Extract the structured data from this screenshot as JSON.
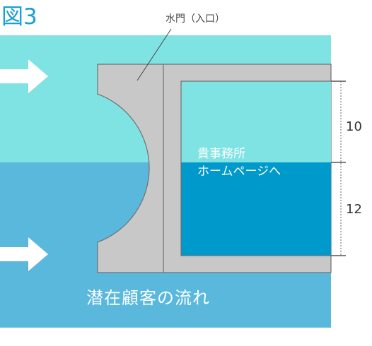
{
  "figure": {
    "title": "図3",
    "gate_label": "水門（入口）",
    "site_label_line1": "貴事務所",
    "site_label_line2": "ホームページへ",
    "flow_label": "潜在顧客の流れ",
    "dim_upper": "10",
    "dim_lower": "12"
  },
  "colors": {
    "title": "#1aa0d2",
    "water_upper": "#7fe3e3",
    "water_lower": "#5ab8dd",
    "tank_lower": "#0099cc",
    "gate": "#c8c8c8",
    "gate_outline": "#707070",
    "arrow": "#ffffff"
  },
  "icons": {
    "flow_arrow": "right-arrow-icon"
  }
}
